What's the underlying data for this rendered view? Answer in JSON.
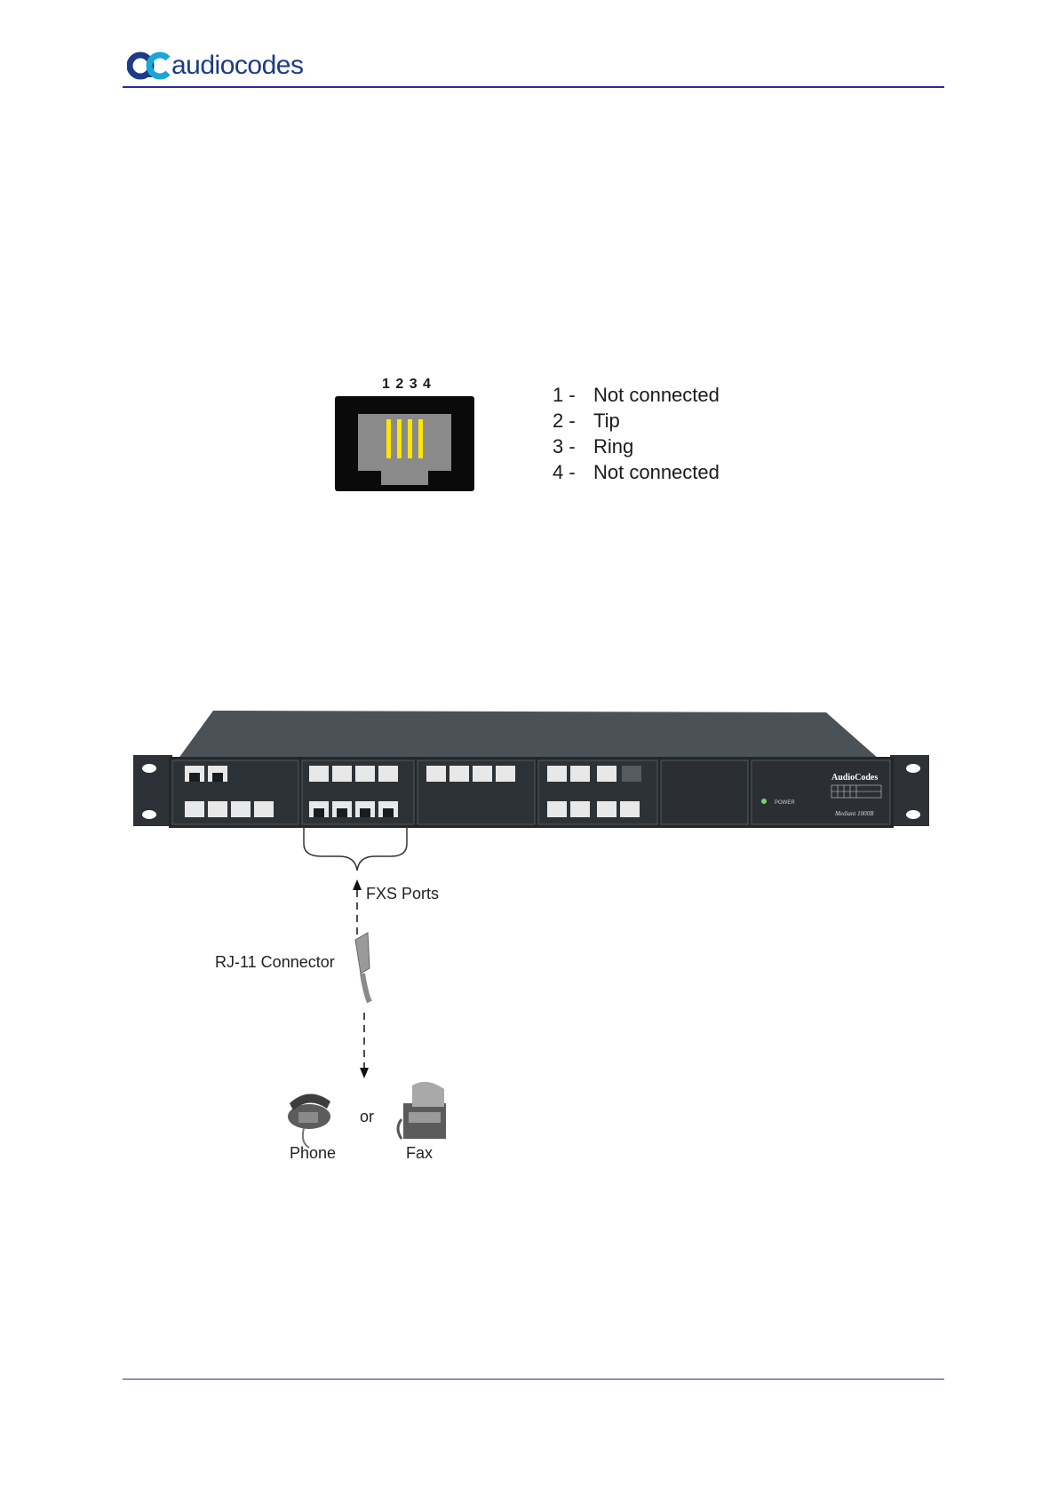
{
  "header": {
    "logo_text": "audiocodes"
  },
  "pinout": {
    "pin_numbers": "1 2 3 4",
    "pins": [
      {
        "num": "1 -",
        "label": "Not connected"
      },
      {
        "num": "2 -",
        "label": "Tip"
      },
      {
        "num": "3 -",
        "label": "Ring"
      },
      {
        "num": "4 -",
        "label": "Not connected"
      }
    ]
  },
  "cabling": {
    "fxs_label": "FXS Ports",
    "connector_label": "RJ-11 Connector",
    "phone_label": "Phone",
    "or_label": "or",
    "fax_label": "Fax"
  },
  "device": {
    "brand_label": "AudioCodes",
    "model_label": "Mediant 1000B",
    "power_label": "POWER"
  }
}
